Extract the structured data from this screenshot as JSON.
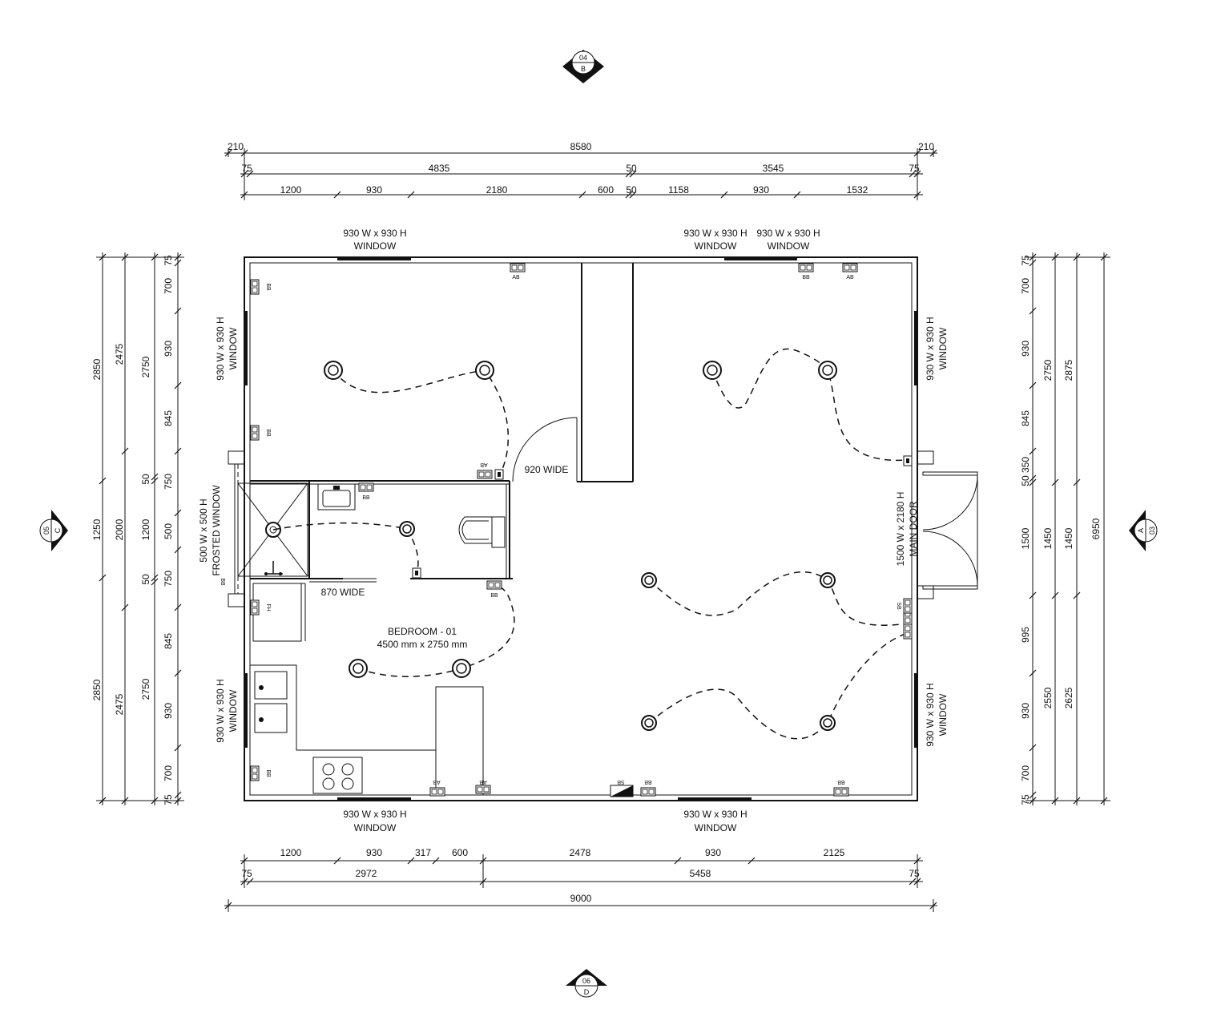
{
  "sections": [
    {
      "num": "04",
      "letter": "B"
    },
    {
      "num": "06",
      "letter": "D"
    },
    {
      "num": "05",
      "letter": "C"
    },
    {
      "num": "03",
      "letter": "A"
    }
  ],
  "dimensions": {
    "top": {
      "row1": [
        "210",
        "8580",
        "210"
      ],
      "row2": [
        "75",
        "4835",
        "50",
        "3545",
        "75"
      ],
      "row3": [
        "1200",
        "930",
        "2180",
        "600",
        "50",
        "1158",
        "930",
        "1532"
      ]
    },
    "bottom": {
      "row1": [
        "1200",
        "930",
        "317",
        "600",
        "2478",
        "930",
        "2125"
      ],
      "row2": [
        "75",
        "2972",
        "5458",
        "75"
      ],
      "row3": [
        "9000"
      ]
    },
    "left": {
      "col_outer": [
        "2850",
        "1250",
        "2850"
      ],
      "col_2": [
        "2475",
        "2000",
        "2475"
      ],
      "col_3": [
        "2750",
        "50",
        "1200",
        "50",
        "2750"
      ],
      "col_inner": [
        "75",
        "700",
        "930",
        "845",
        "750",
        "500",
        "750",
        "845",
        "930",
        "700",
        "75"
      ]
    },
    "right": {
      "col_inner": [
        "75",
        "700",
        "930",
        "845",
        "350",
        "50",
        "1500",
        "995",
        "930",
        "700",
        "75"
      ],
      "col_3": [
        "2750",
        "1450",
        "2550"
      ],
      "col_2": [
        "2875",
        "1450",
        "2625"
      ],
      "col_outer": [
        "6950"
      ]
    }
  },
  "windows": {
    "top_left": {
      "line1": "930 W x 930 H",
      "line2": "WINDOW"
    },
    "top_mid": {
      "line1": "930 W x 930 H",
      "line2": "WINDOW"
    },
    "top_right": {
      "line1": "930 W x 930 H",
      "line2": "WINDOW"
    },
    "left_upper": {
      "line1": "930 W x 930 H",
      "line2": "WINDOW"
    },
    "left_frosted": {
      "line1": "500 W x 500 H",
      "line2": "FROSTED WINDOW"
    },
    "left_lower": {
      "line1": "930 W x 930 H",
      "line2": "WINDOW"
    },
    "right_upper": {
      "line1": "930 W x 930 H",
      "line2": "WINDOW"
    },
    "right_lower": {
      "line1": "930 W x 930 H",
      "line2": "WINDOW"
    },
    "bottom_left": {
      "line1": "930 W x 930 H",
      "line2": "WINDOW"
    },
    "bottom_right": {
      "line1": "930 W x 930 H",
      "line2": "WINDOW"
    }
  },
  "door_labels": {
    "door_920": "920 WIDE",
    "door_870": "870 WIDE",
    "main_door_line1": "1500 W x 2180 H",
    "main_door_line2": "MAIN DOOR"
  },
  "room": {
    "name": "BEDROOM - 01",
    "size": "4500 mm x 2750 mm"
  },
  "outlet_tags": {
    "bb": "BB",
    "ab": "AB",
    "sb": "SB",
    "fh": "FH"
  }
}
